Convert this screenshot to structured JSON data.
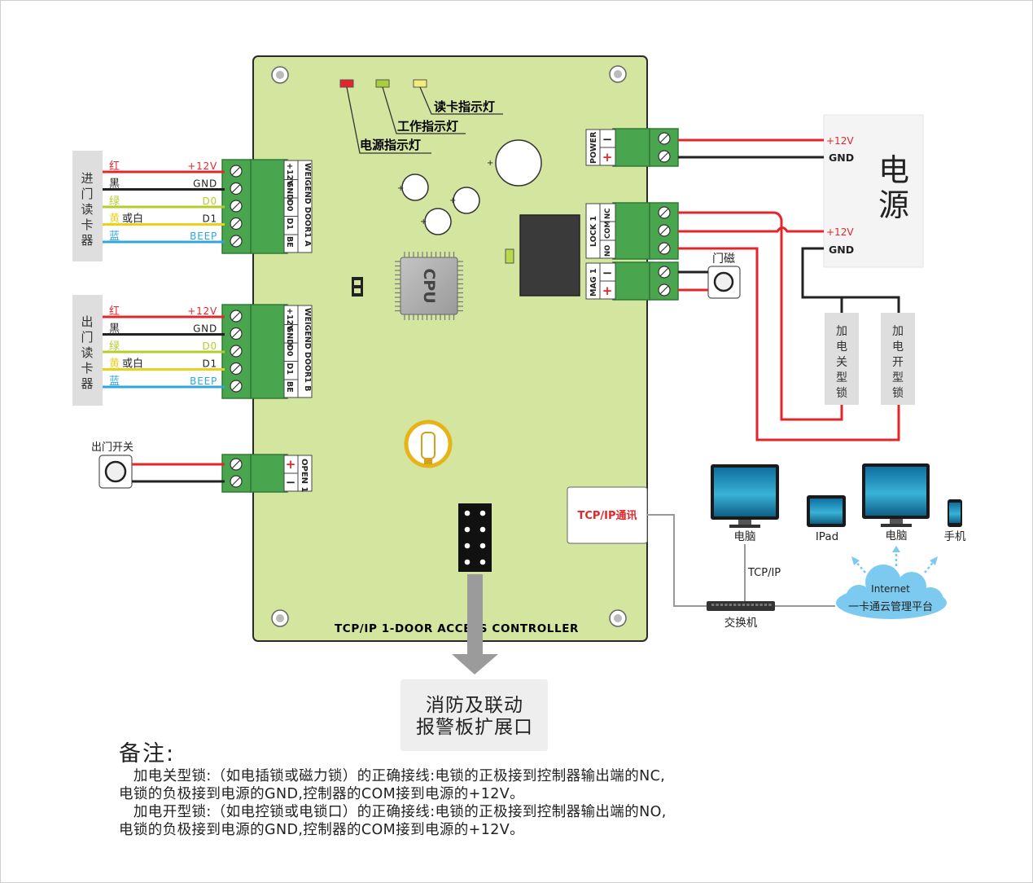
{
  "board": {
    "title": "TCP/IP 1-DOOR ACCESS CONTROLLER",
    "cpu_label": "CPU",
    "led_labels": {
      "read": "读卡指示灯",
      "work": "工作指示灯",
      "power": "电源指示灯"
    },
    "connectors": {
      "weigend_in": "WEIGEND DOOR1 A",
      "weigend_out": "WEIGEND DOOR1 B",
      "pins_reader": [
        "+12V",
        "GND",
        "D0",
        "D1",
        "BE"
      ],
      "power": "POWER",
      "lock": "LOCK 1",
      "lock_pins": [
        "NC",
        "COM",
        "NO"
      ],
      "mag": "MAG 1",
      "open": "OPEN 1",
      "minus": "−",
      "plus": "+"
    },
    "tcp_label": "TCP/IP通讯"
  },
  "readers": {
    "in_label": [
      "进",
      "门",
      "读",
      "卡",
      "器"
    ],
    "out_label": [
      "出",
      "门",
      "读",
      "卡",
      "器"
    ],
    "wires": [
      {
        "color_name": "红",
        "signal": "+12V",
        "color": "#e3262a"
      },
      {
        "color_name": "黑",
        "signal": "GND",
        "color": "#222222"
      },
      {
        "color_name": "绿",
        "signal": "D0",
        "color": "#b5cc2c"
      },
      {
        "color_name": "黄",
        "suffix": "或白",
        "signal": "D1",
        "color": "#e8d21e"
      },
      {
        "color_name": "蓝",
        "signal": "BEEP",
        "color": "#2fa5dc"
      }
    ]
  },
  "exit_button": {
    "label": "出门开关"
  },
  "door_sensor": {
    "label": "门磁"
  },
  "power_supply": {
    "label": [
      "电",
      "源"
    ],
    "terminals": [
      "+12V",
      "GND",
      "+12V",
      "GND"
    ]
  },
  "locks": {
    "fail_secure": [
      "加",
      "电",
      "关",
      "型",
      "锁"
    ],
    "fail_safe": [
      "加",
      "电",
      "开",
      "型",
      "锁"
    ]
  },
  "network": {
    "devices": [
      "电脑",
      "IPad",
      "电脑",
      "手机"
    ],
    "tcp_ip": "TCP/IP",
    "switch": "交换机",
    "cloud_top": "Internet",
    "cloud_bottom": "一卡通云管理平台"
  },
  "expansion": {
    "line1": "消防及联动",
    "line2": "报警板扩展口"
  },
  "notes": {
    "title": "备注:",
    "lines": [
      "　加电关型锁:（如电插锁或磁力锁）的正确接线:电锁的正极接到控制器输出端的NC,",
      "电锁的负极接到电源的GND,控制器的COM接到电源的+12V。",
      "　加电开型锁:（如电控锁或电锁口）的正确接线:电锁的正极接到控制器输出端的NO,",
      "电锁的负极接到电源的GND,控制器的COM接到电源的+12V。"
    ]
  },
  "colors": {
    "board": "#d4e5a0",
    "terminal": "#4aa64e",
    "wire_red": "#e3262a",
    "wire_black": "#222222",
    "panel_gray": "#dedede"
  }
}
